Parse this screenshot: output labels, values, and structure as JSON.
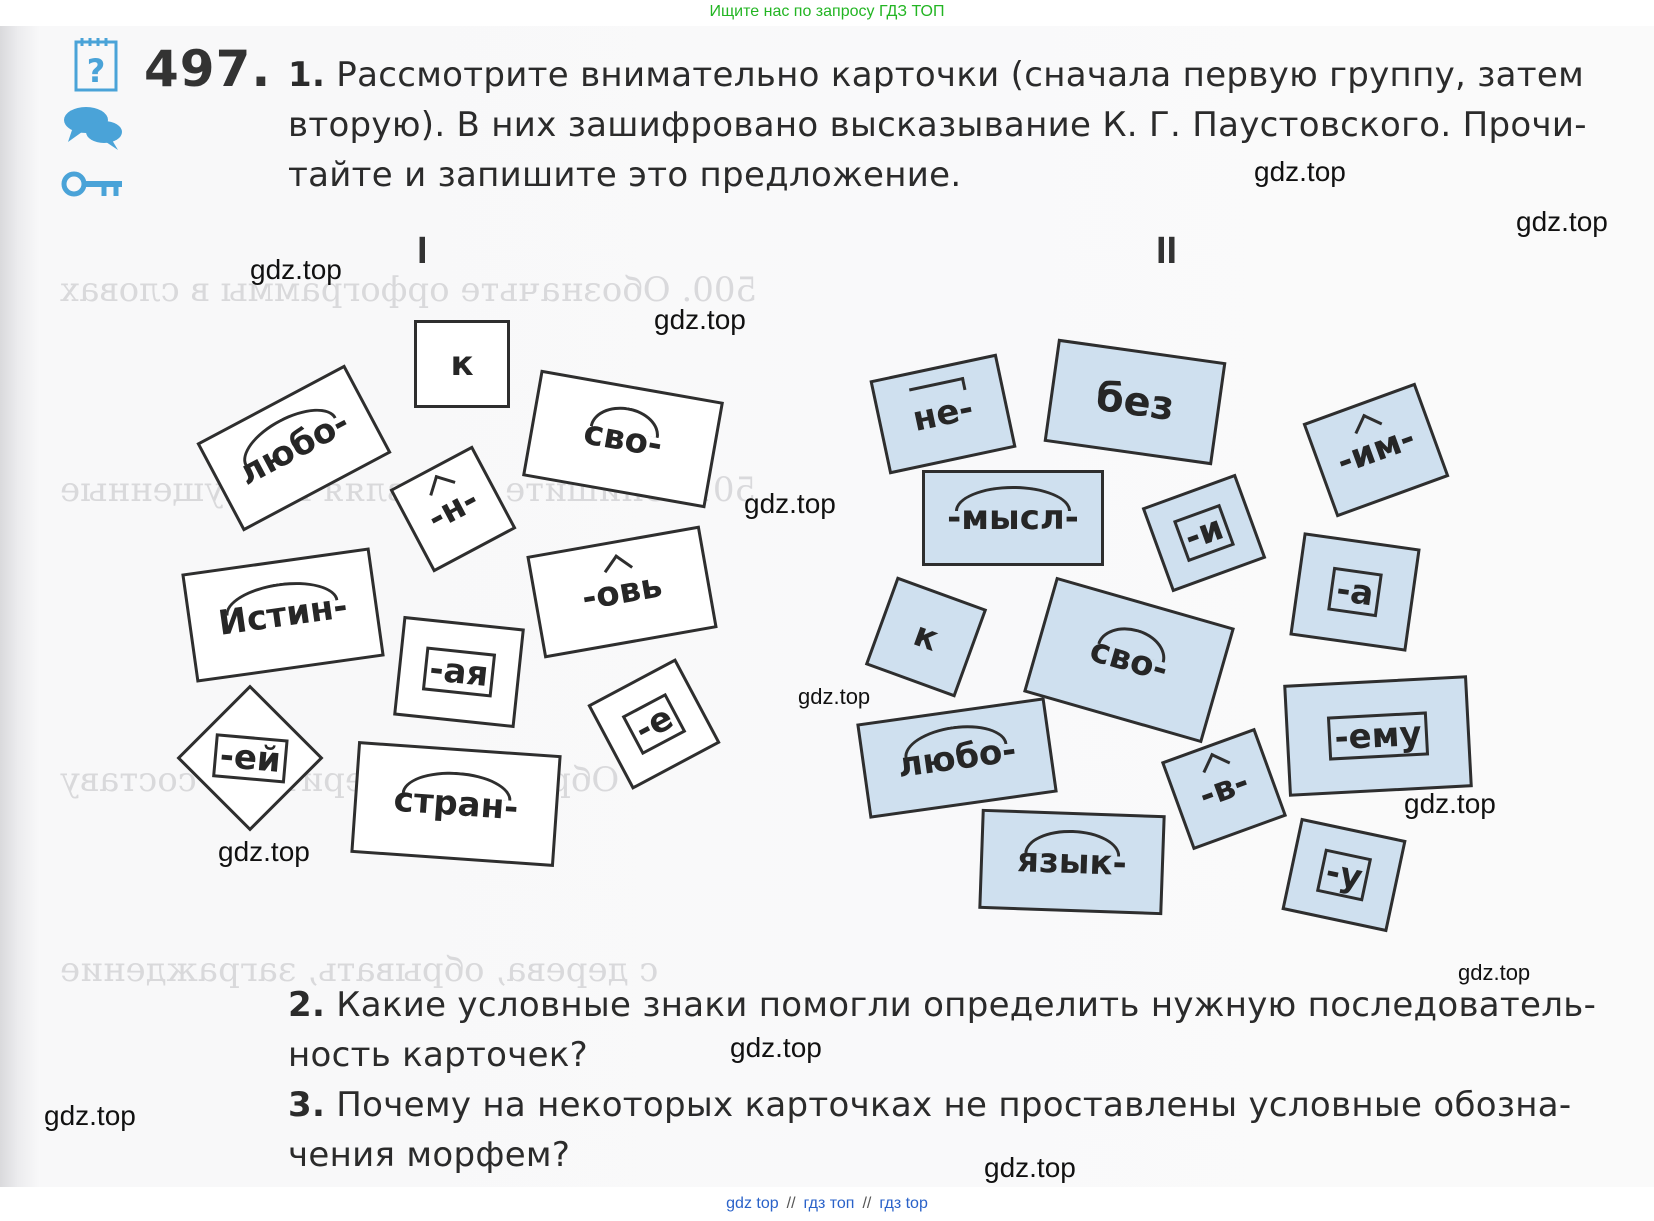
{
  "banner": "Ищите нас по запросу ГДЗ ТОП",
  "exercise_number": "497.",
  "icons": [
    "question-notebook-icon",
    "speech-bubbles-icon",
    "key-icon"
  ],
  "task1": {
    "number": "1.",
    "line1": "Рассмотрите внимательно карточки (сначала первую группу, затем",
    "line2": "вторую). В них зашифровано высказывание К. Г. Паустовского. Прочи-",
    "line3": "тайте и запишите это предложение."
  },
  "group_labels": {
    "first": "I",
    "second": "II"
  },
  "group1_cards": [
    {
      "text": "к",
      "mark": "none"
    },
    {
      "text": "любо-",
      "mark": "root"
    },
    {
      "text": "сво-",
      "mark": "root"
    },
    {
      "text": "-н-",
      "mark": "suffix"
    },
    {
      "text": "Истин-",
      "mark": "root"
    },
    {
      "text": "-овь",
      "mark": "suffix"
    },
    {
      "text": "-ая",
      "mark": "ending"
    },
    {
      "text": "-е",
      "mark": "ending"
    },
    {
      "text": "-ей",
      "mark": "ending"
    },
    {
      "text": "стран-",
      "mark": "root"
    }
  ],
  "group2_cards": [
    {
      "text": "не-",
      "mark": "prefix"
    },
    {
      "text": "без",
      "mark": "none"
    },
    {
      "text": "-им-",
      "mark": "suffix"
    },
    {
      "text": "-мысл-",
      "mark": "root"
    },
    {
      "text": "-и",
      "mark": "ending"
    },
    {
      "text": "-а",
      "mark": "ending"
    },
    {
      "text": "к",
      "mark": "none"
    },
    {
      "text": "сво-",
      "mark": "root"
    },
    {
      "text": "-ему",
      "mark": "ending"
    },
    {
      "text": "любо-",
      "mark": "root"
    },
    {
      "text": "-в-",
      "mark": "suffix"
    },
    {
      "text": "язык-",
      "mark": "root"
    },
    {
      "text": "-у",
      "mark": "ending"
    }
  ],
  "task2": {
    "number": "2.",
    "line1": "Какие условные знаки помогли определить нужную последователь-",
    "line2": "ность карточек?"
  },
  "task3": {
    "number": "3.",
    "line1": "Почему на некоторых карточках не проставлены условные обозна-",
    "line2": "чения морфем?"
  },
  "watermark": "gdz.top",
  "footer": {
    "a": "gdz top",
    "b": "гдз топ",
    "c": "гдз top",
    "sep": "//"
  }
}
